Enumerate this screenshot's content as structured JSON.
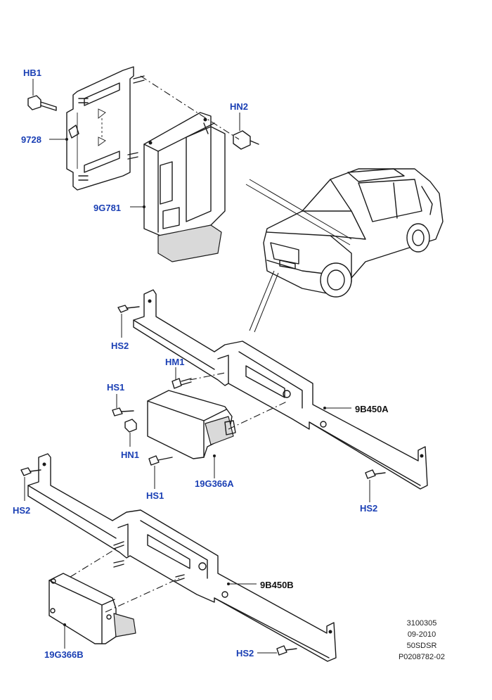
{
  "callouts": {
    "hb1": "HB1",
    "c9728": "9728",
    "hn2": "HN2",
    "c9g781": "9G781",
    "hs2_a": "HS2",
    "hm1": "HM1",
    "hs1_a": "HS1",
    "c9b450a": "9B450A",
    "hn1": "HN1",
    "hs1_b": "HS1",
    "c19g366a": "19G366A",
    "hs2_b": "HS2",
    "hs2_c": "HS2",
    "c9b450b": "9B450B",
    "c19g366b": "19G366B",
    "hs2_d": "HS2"
  },
  "reference": {
    "line1": "3100305",
    "line2": "09-2010",
    "line3": "50SDSR",
    "line4": "P0208782-02"
  },
  "colors": {
    "callout_blue": "#1a3fb4",
    "callout_black": "#111111"
  }
}
